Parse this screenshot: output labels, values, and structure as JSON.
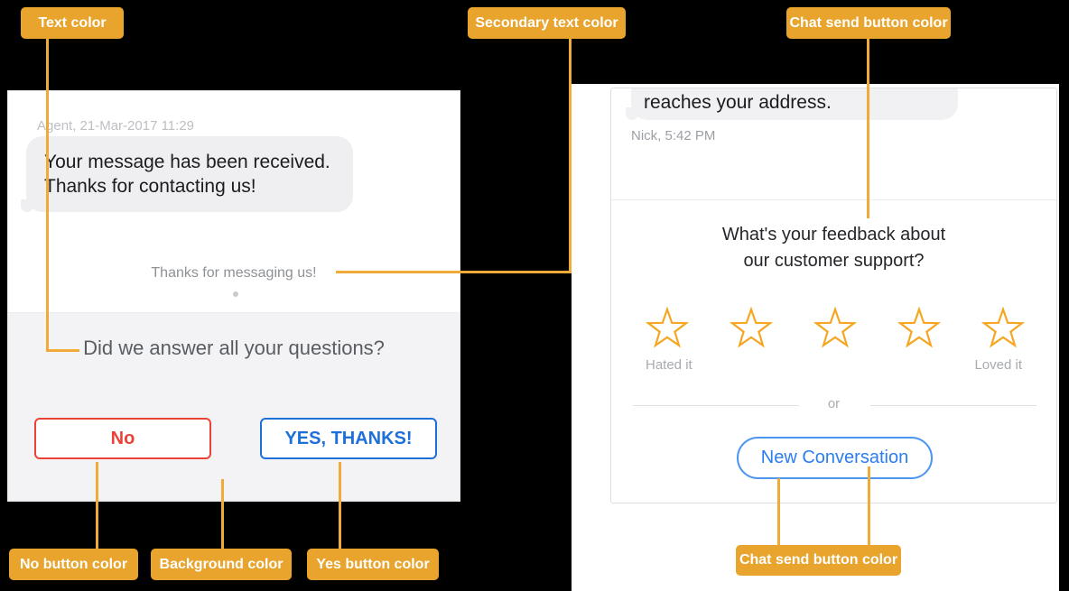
{
  "colors": {
    "annotation_badge": "#E8A42D",
    "annotation_line": "#F0AA38",
    "no_button": "#EC4136",
    "yes_button": "#1D70DA",
    "new_conversation_button": "#2B7DF0",
    "star_outline": "#F5A623",
    "panel_section_background": "#F3F3F6",
    "bubble_background": "#EFEFF1"
  },
  "annotations": {
    "text_color": "Text color",
    "secondary_text_color": "Secondary text color",
    "chat_send_button_top": "Chat send button color",
    "no_button_color": "No button color",
    "background_color": "Background color",
    "yes_button_color": "Yes button color",
    "chat_send_button_bottom": "Chat send button color"
  },
  "left_chat": {
    "meta": "Agent, 21-Mar-2017 11:29",
    "message": "Your message has been received. Thanks for contacting us!",
    "secondary_text": "Thanks for messaging us!",
    "question": "Did we answer all your questions?",
    "no_label": "No",
    "yes_label": "YES, THANKS!"
  },
  "right_chat": {
    "message": "reaches your address.",
    "meta": "Nick, 5:42 PM",
    "feedback_line1": "What's your feedback about",
    "feedback_line2": "our customer support?",
    "rating_low": "Hated it",
    "rating_high": "Loved it",
    "divider_text": "or",
    "new_conversation_label": "New Conversation",
    "star_count": 5
  }
}
